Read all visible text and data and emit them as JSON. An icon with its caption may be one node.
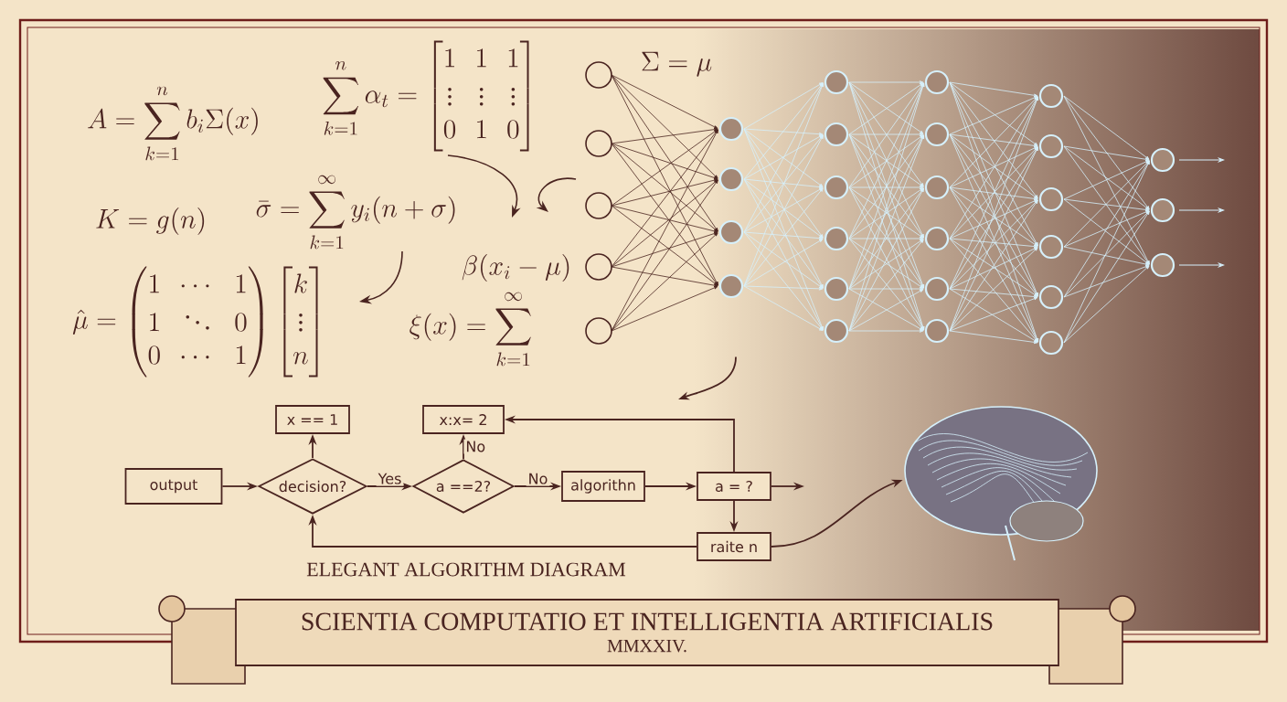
{
  "diagram": {
    "nodes": [
      {
        "text": [
          "output"
        ]
      },
      {
        "text": [
          "x == 1"
        ]
      },
      {
        "text": [
          "decision?"
        ]
      },
      {
        "text": [
          "x:x= 2"
        ]
      },
      {
        "text": [
          "a ==2?"
        ]
      },
      {
        "text": [
          "algorithn"
        ]
      },
      {
        "text": [
          "a = ?"
        ]
      },
      {
        "text": [
          "raite n"
        ]
      },
      {
        "text": [],
        "shape": "picture"
      },
      {
        "text": [],
        "shape": "picture"
      },
      {
        "text": [
          "SCIENTIA COMPUTATIO ET INTELLIGENTIA ARTIFICIALIS",
          "MMXXIV."
        ]
      }
    ],
    "edges": [
      {
        "from": 0,
        "to": 2,
        "arrow": "to"
      },
      {
        "from": 2,
        "to": 1,
        "arrow": "to"
      },
      {
        "from": 2,
        "to": 4,
        "arrow": "to",
        "label": "Yes"
      },
      {
        "from": 4,
        "to": 3,
        "arrow": "to",
        "label": "No"
      },
      {
        "from": 4,
        "to": 5,
        "arrow": "to",
        "label": "No"
      },
      {
        "from": 5,
        "to": 6,
        "arrow": "to"
      },
      {
        "from": 6,
        "to": 3,
        "arrow": "to"
      },
      {
        "from": 6,
        "to": 7,
        "arrow": "to"
      },
      {
        "from": 7,
        "to": 2,
        "arrow": "to"
      },
      {
        "from": 6,
        "to": null,
        "arrow": "to"
      },
      {
        "from": 7,
        "to": 9,
        "arrow": "to"
      },
      {
        "from": 8,
        "to": null,
        "arrow": "to"
      }
    ],
    "labels": [
      "A = \\sum_{k=1}^{n} b_i \\Sigma(x)",
      "\\sum_{k=1}^{n} \\alpha_t = \\begin{bmatrix}1&1&1\\\\ \\vdots&\\vdots&\\vdots\\\\ 0&1&0\\end{bmatrix}",
      "\\Sigma = \\mu",
      "K = g(n)",
      "\\bar{\\sigma} = \\sum_{k=1}^{\\infty} y_i (n + \\sigma)",
      "\\beta(x_i - \\mu)",
      "\\hat{\\mu} = \\begin{pmatrix}1&\\cdots&1\\\\ 1&\\ddots&0\\\\ 0&\\cdots&1\\end{pmatrix} \\begin{bmatrix}k\\\\ \\vdots\\\\ n\\end{bmatrix}",
      "\\xi(x) = \\sum_{k=1}^{\\infty}",
      "ELEGANT ALGORITHM DIAGRAM"
    ]
  }
}
